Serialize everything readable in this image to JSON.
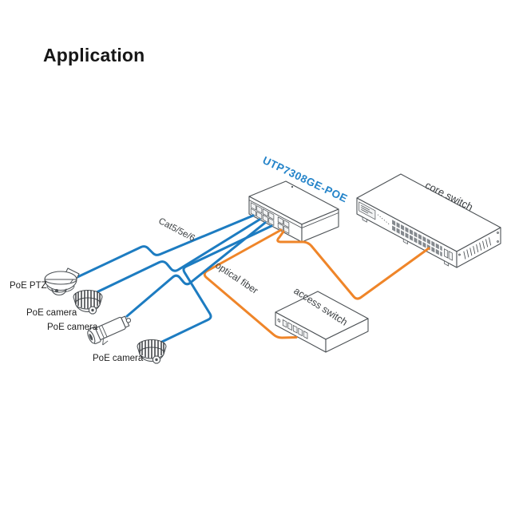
{
  "title": "Application",
  "diagram": {
    "poe_switch": {
      "model": "UTP7308GE-POE"
    },
    "core_switch": {
      "label": "core switch"
    },
    "access_switch": {
      "label": "access switch"
    },
    "cables": {
      "copper": "Cat5/5e/6",
      "fiber": "optical fiber"
    },
    "cameras": {
      "ptz": "PoE PTZ",
      "dome1": "PoE camera",
      "bullet": "PoE camera",
      "dome2": "PoE camera"
    }
  },
  "colors": {
    "ethernet_blue": "#1d7cc1",
    "fiber_orange": "#ef8529",
    "line_art": "#4d5256",
    "model_blue": "#2383c9",
    "label_grey": "#3c4043",
    "label_black": "#212121",
    "title_black": "#161616"
  }
}
